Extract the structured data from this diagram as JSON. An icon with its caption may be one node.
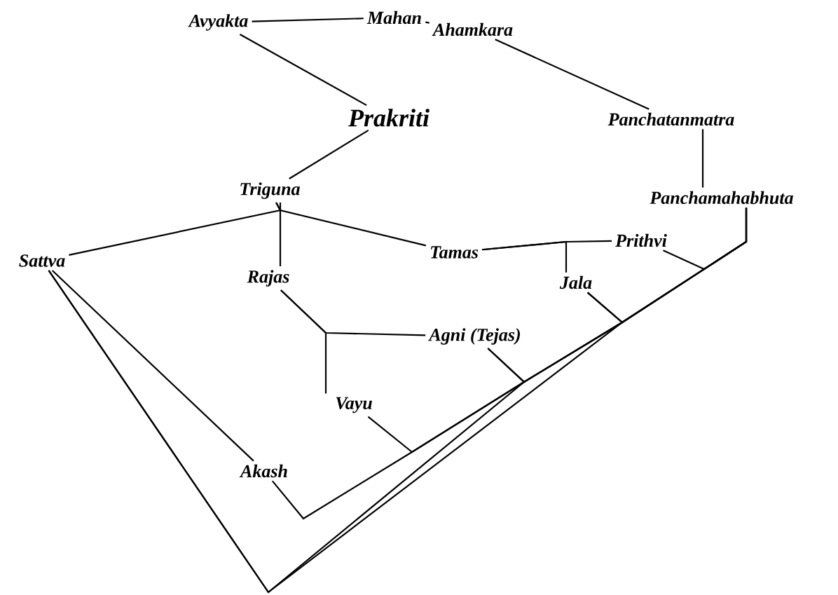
{
  "diagram": {
    "nodes": [
      {
        "text": [
          "Avyakta"
        ]
      },
      {
        "text": [
          "Mahan"
        ]
      },
      {
        "text": [
          "Ahamkara"
        ]
      },
      {
        "text": [
          "Prakriti"
        ]
      },
      {
        "text": [
          "Panchatanmatra"
        ]
      },
      {
        "text": [
          "Triguna"
        ]
      },
      {
        "text": [
          "Panchamahabhuta"
        ]
      },
      {
        "text": [
          "Sattva"
        ]
      },
      {
        "text": [
          "Rajas"
        ]
      },
      {
        "text": [
          "Tamas"
        ]
      },
      {
        "text": [
          "Prithvi"
        ]
      },
      {
        "text": [
          "Jala"
        ]
      },
      {
        "text": [
          "Agni (Tejas)"
        ]
      },
      {
        "text": [
          "Vayu"
        ]
      },
      {
        "text": [
          "Akash"
        ]
      }
    ],
    "edges": [
      {
        "from": 0,
        "to": 1,
        "arrow": "none"
      },
      {
        "from": 1,
        "to": 2,
        "arrow": "none"
      },
      {
        "from": 2,
        "to": 4,
        "arrow": "none"
      },
      {
        "from": 0,
        "to": 3,
        "arrow": "none"
      },
      {
        "from": 3,
        "to": 5,
        "arrow": "none"
      },
      {
        "from": 4,
        "to": 6,
        "arrow": "none"
      },
      {
        "from": 5,
        "to": 7,
        "arrow": "none"
      },
      {
        "from": 5,
        "to": 8,
        "arrow": "none"
      },
      {
        "from": 5,
        "to": 9,
        "arrow": "none"
      },
      {
        "from": 9,
        "to": 10,
        "arrow": "none"
      },
      {
        "from": 9,
        "to": 11,
        "arrow": "none"
      },
      {
        "from": 8,
        "to": 12,
        "arrow": "none"
      },
      {
        "from": 8,
        "to": 13,
        "arrow": "none"
      },
      {
        "from": 7,
        "to": 14,
        "arrow": "none"
      },
      {
        "from": 6,
        "to": 10,
        "arrow": "none"
      },
      {
        "from": 6,
        "to": 11,
        "arrow": "none"
      },
      {
        "from": 6,
        "to": 12,
        "arrow": "none"
      },
      {
        "from": 6,
        "to": 13,
        "arrow": "none"
      },
      {
        "from": 6,
        "to": 14,
        "arrow": "none"
      },
      {
        "from": 7,
        "to": 12,
        "arrow": "none"
      },
      {
        "from": 7,
        "to": 11,
        "arrow": "none"
      }
    ]
  }
}
